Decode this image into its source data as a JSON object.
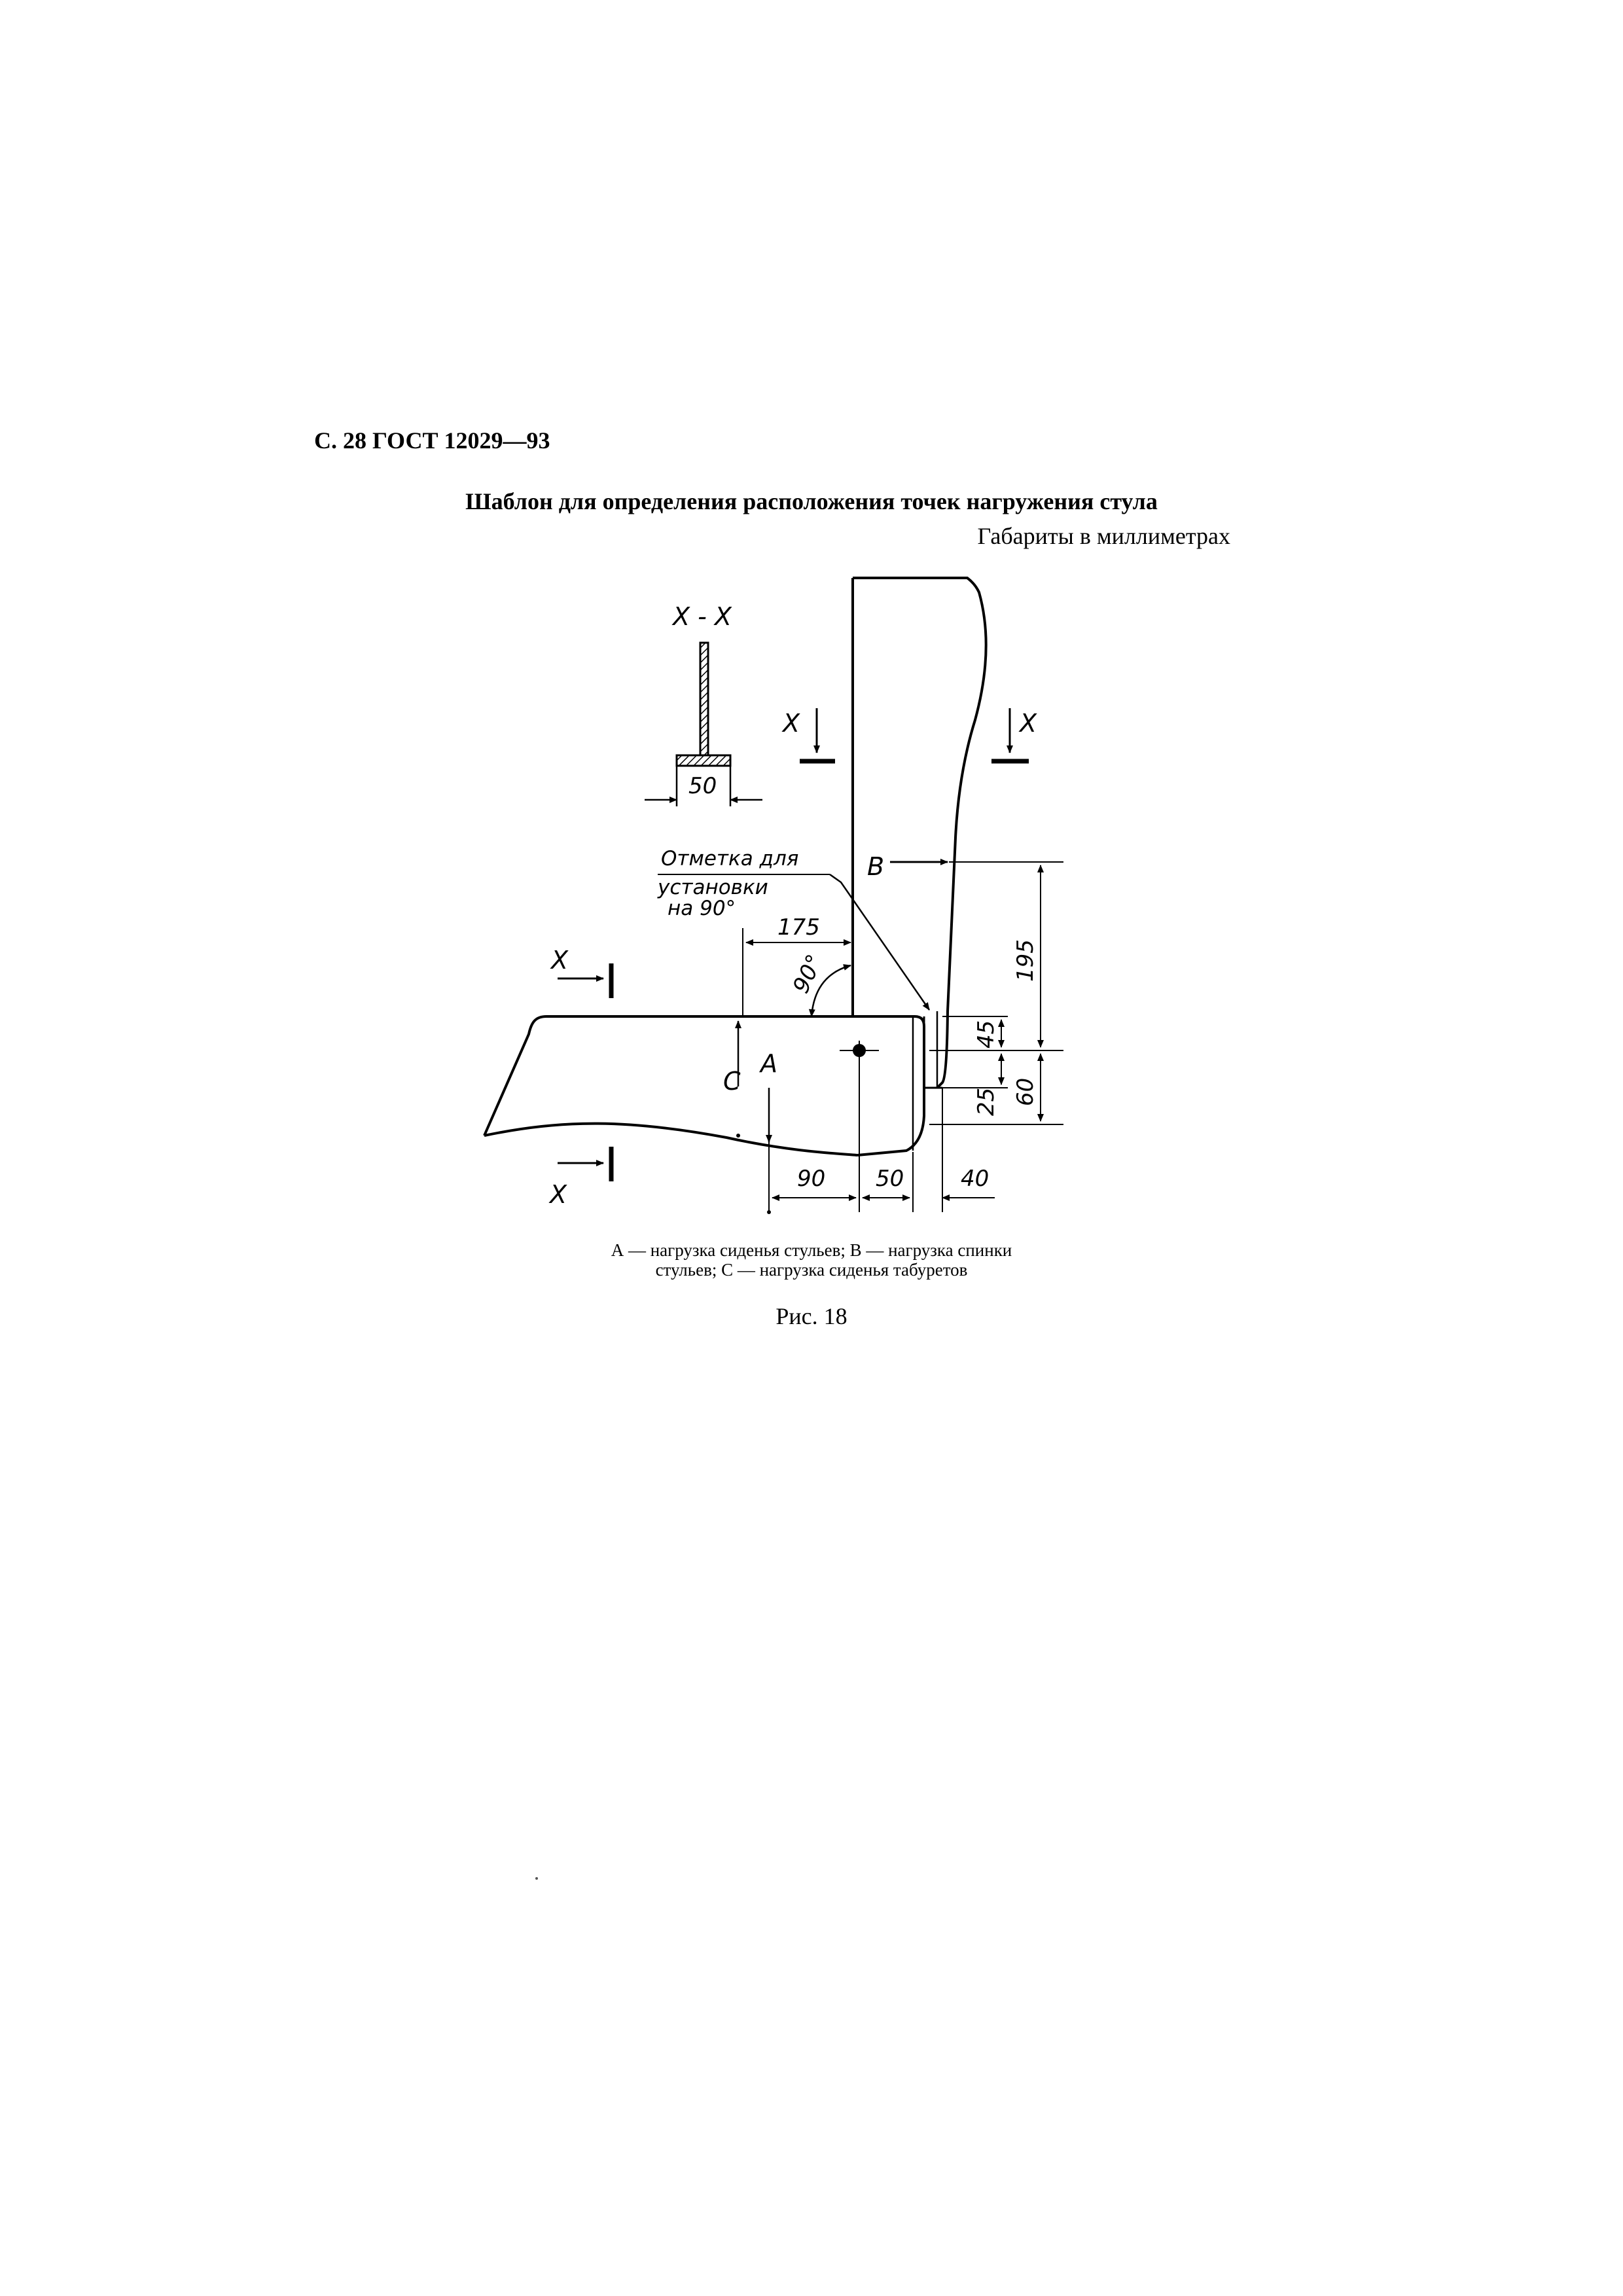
{
  "page": {
    "header": "С. 28 ГОСТ 12029—93",
    "title": "Шаблон для определения расположения точек нагружения стула",
    "units_note": "Габариты в миллиметрах"
  },
  "figure": {
    "section_title": "X - X",
    "section_width": "50",
    "cut_marker": "X",
    "mark_note": [
      "Отметка для",
      "установки",
      "на 90°"
    ],
    "angle": "90°",
    "labels": {
      "a": "A",
      "b": "B",
      "c": "C"
    },
    "dimensions": {
      "top": "175",
      "right_vertical": [
        "195",
        "45",
        "60",
        "25"
      ],
      "bottom": [
        "90",
        "50",
        "40"
      ]
    },
    "legend_lines": [
      "А — нагрузка сиденья стульев;   В — нагрузка спинки",
      "стульев; С — нагрузка сиденья табуретов"
    ],
    "caption": "Рис. 18"
  }
}
